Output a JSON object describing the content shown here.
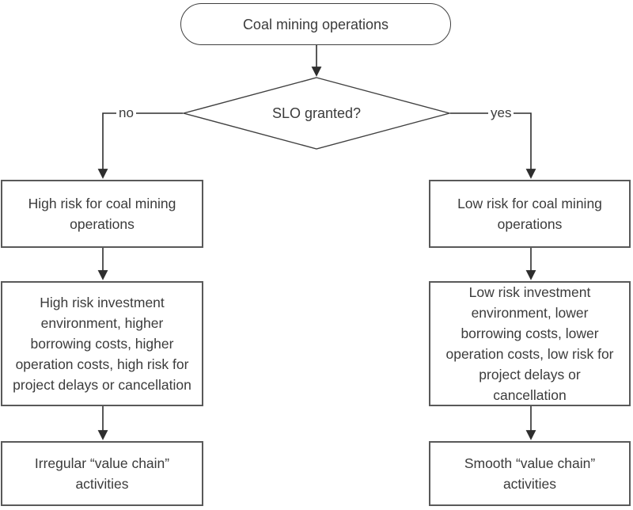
{
  "flowchart": {
    "start": {
      "label": "Coal mining operations"
    },
    "decision": {
      "label": "SLO granted?"
    },
    "branches": {
      "no_label": "no",
      "yes_label": "yes"
    },
    "left_branch": {
      "risk_box": "High risk for coal mining operations",
      "detail_box": "High risk investment environment, higher borrowing costs, higher operation costs, high risk for project delays or cancellation",
      "outcome_box": "Irregular “value chain” activities"
    },
    "right_branch": {
      "risk_box": "Low risk for coal mining operations",
      "detail_box": "Low risk investment environment, lower borrowing costs, lower operation costs, low risk for project delays or cancellation",
      "outcome_box": "Smooth “value chain” activities"
    },
    "colors": {
      "line": "#2e2e2e",
      "box_border": "#595959",
      "text": "#3b3b3b",
      "background": "#ffffff"
    }
  }
}
